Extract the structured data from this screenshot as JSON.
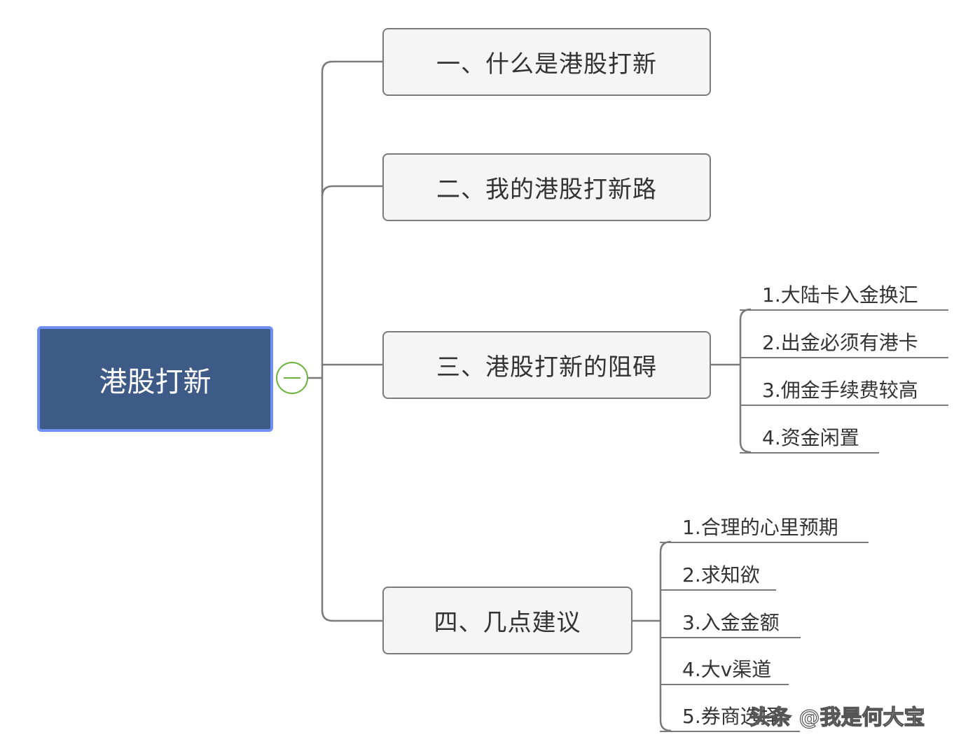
{
  "root": {
    "label": "港股打新"
  },
  "topics": [
    {
      "label": "一、什么是港股打新",
      "children": []
    },
    {
      "label": "二、我的港股打新路",
      "children": []
    },
    {
      "label": "三、港股打新的阻碍",
      "children": [
        "1.大陆卡入金换汇",
        "2.出金必须有港卡",
        "3.佣金手续费较高",
        "4.资金闲置"
      ]
    },
    {
      "label": "四、几点建议",
      "children": [
        "1.合理的心里预期",
        "2.求知欲",
        "3.入金金额",
        "4.大v渠道",
        "5.券商选择"
      ]
    }
  ],
  "watermark": "头条 @我是何大宝",
  "colors": {
    "root_fill": "#3e5a87",
    "root_border": "#6f8ff2",
    "topic_fill": "#f5f5f5",
    "line": "#7a7a7a",
    "collapse_button": "#6db33f"
  },
  "icons": {
    "collapse": "minus-circle-icon"
  }
}
